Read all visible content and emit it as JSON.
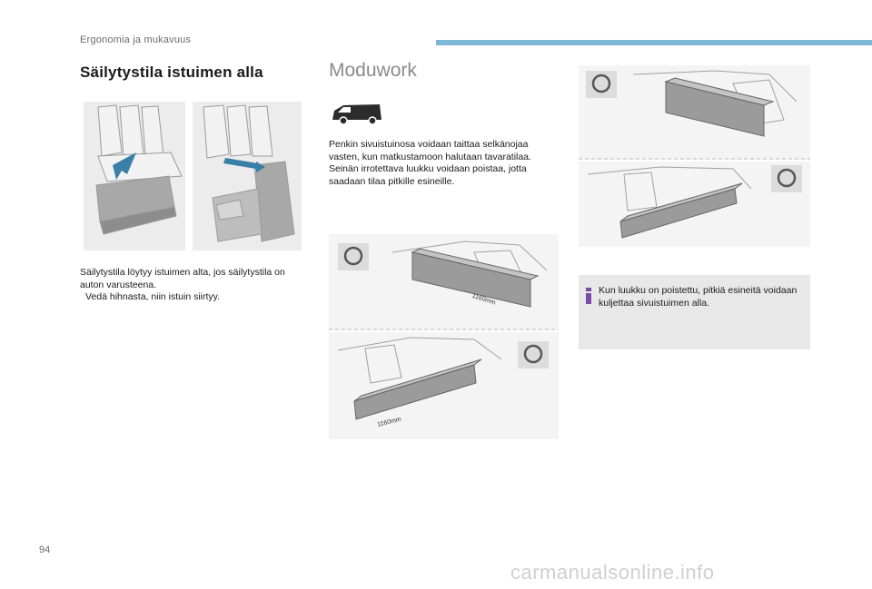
{
  "header": {
    "chapter_title": "Ergonomia ja mukavuus",
    "accent_color": "#7fb7d6"
  },
  "left_section": {
    "title": "Säilytystila istuimen alla",
    "paragraph": "Säilytystila löytyy istuimen alta, jos säilytystila on auton varusteena.",
    "bullet_symbol": "",
    "bullet_text": "Vedä hihnasta, niin istuin siirtyy."
  },
  "right_section": {
    "title": "Moduwork",
    "paragraph": "Penkin sivuistuinosa voidaan taittaa selkänojaa vasten, kun matkustamoon halutaan tavaratilaa. Seinän irrotettava luukku voidaan poistaa, jotta saadaan tilaa pitkille esineille.",
    "dimension_label_1": "1160mm",
    "dimension_label_2": "1160mm"
  },
  "info_box": {
    "text": "Kun luukku on poistettu, pitkiä esineitä voidaan kuljettaa sivuistuimen alla.",
    "icon": "info-icon",
    "icon_color": "#7b4ba5"
  },
  "footer": {
    "page_number": "94"
  },
  "watermark": "carmanualsonline.info"
}
